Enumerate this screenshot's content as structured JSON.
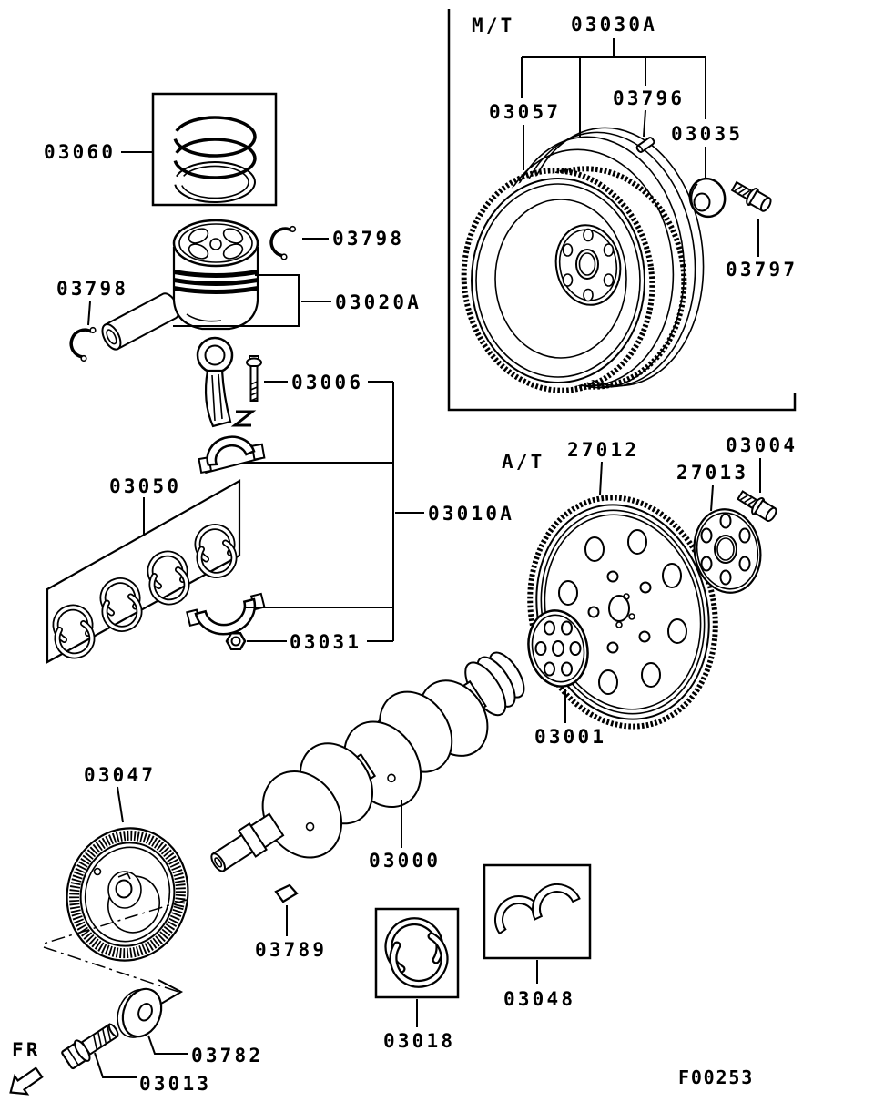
{
  "labels": {
    "mt_section": "M/T",
    "at_section": "A/T",
    "flywheel_assembly": "03030A",
    "ring_gear": "03057",
    "pilot_pin": "03796",
    "pilot_bearing": "03035",
    "flywheel_bolt": "03797",
    "piston_rings": "03060",
    "snap_ring_right": "03798",
    "snap_ring_left": "03798",
    "piston_assembly": "03020A",
    "rod_bolt": "03006",
    "rod_bearing_set": "03050",
    "rod_nut": "03031",
    "piston_rod_group": "03010A",
    "drive_plate": "27012",
    "adapter_plate": "27013",
    "drive_plate_bolt": "03004",
    "crank_end_plate": "03001",
    "crankshaft": "03000",
    "crank_pulley": "03047",
    "woodruff_key": "03789",
    "main_bearing": "03018",
    "thrust_bearing": "03048",
    "pulley_washer": "03782",
    "pulley_bolt": "03013",
    "front_marker": "FR",
    "figure_code": "F00253"
  }
}
